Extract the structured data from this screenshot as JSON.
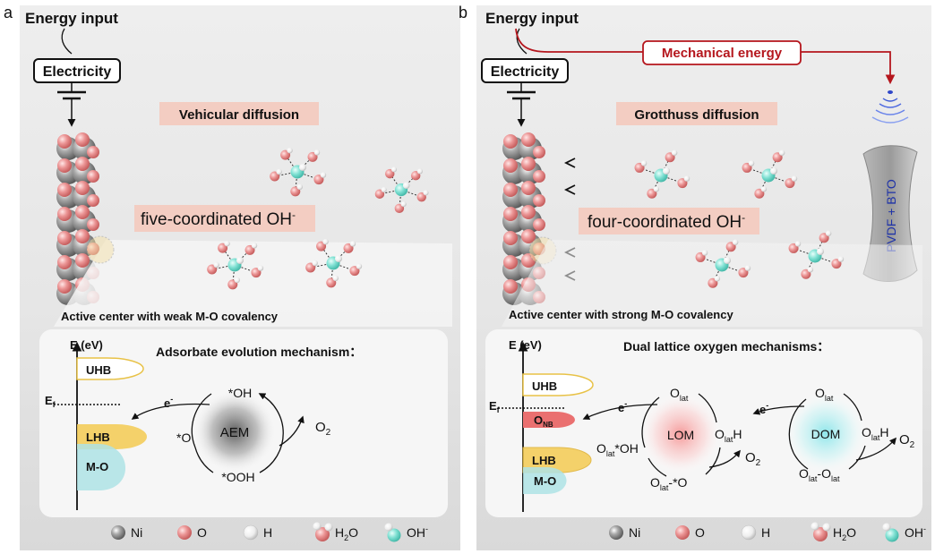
{
  "panel_a": {
    "letter": "a",
    "energy_input": "Energy input",
    "electricity": "Electricity",
    "diffusion_label": "Vehicular diffusion",
    "coordination_prefix": "five-coordinated OH",
    "coordination_sup": "-",
    "active_center": "Active center with weak M-O covalency",
    "axis_label": "E (eV)",
    "fermi": "E",
    "fermi_sub": "f",
    "bands": [
      "UHB",
      "LHB",
      "M-O"
    ],
    "mechanism_title": "Adsorbate evolution mechanism：",
    "cycle_center": "AEM",
    "cycle_species": [
      "*OH",
      "*O",
      "*OOH"
    ],
    "electron": "e",
    "electron_sup": "-",
    "product": "O",
    "product_sub": "2"
  },
  "panel_b": {
    "letter": "b",
    "energy_input": "Energy input",
    "electricity": "Electricity",
    "mechanical": "Mechanical energy",
    "diffusion_label": "Grotthuss diffusion",
    "coordination_prefix": "four-coordinated OH",
    "coordination_sup": "-",
    "piezo": "PVDF + BTO",
    "active_center": "Active center with strong M-O covalency",
    "axis_label": "E (eV)",
    "fermi": "E",
    "fermi_sub": "f",
    "bands": [
      "UHB",
      "LHB",
      "M-O"
    ],
    "onb": "O",
    "onb_sub": "NB",
    "mechanism_title": "Dual lattice oxygen mechanisms：",
    "lom": {
      "center": "LOM",
      "top": "O",
      "top_sub": "lat",
      "right": "O",
      "right_sub": "lat",
      "right_suffix": "H",
      "left": "O",
      "left_sub": "lat",
      "left_suffix": "*OH",
      "bottom": "O",
      "bottom_sub": "lat",
      "bottom_suffix": "-*O"
    },
    "dom": {
      "center": "DOM",
      "top": "O",
      "top_sub": "lat",
      "right": "O",
      "right_sub": "lat",
      "right_suffix": "H",
      "bottom_a": "O",
      "bottom_a_sub": "lat",
      "bottom_mid": "-O",
      "bottom_b_sub": "lat"
    },
    "electron": "e",
    "electron_sup": "-",
    "product": "O",
    "product_sub": "2"
  },
  "legend": {
    "items": [
      "Ni",
      "O",
      "H",
      "H",
      "OH"
    ],
    "h2o_sub": "2",
    "h2o_tail": "O",
    "oh_sup": "-"
  },
  "colors": {
    "ni": "#8c8c8c",
    "o": "#e8878a",
    "h": "#f2f2f2",
    "oh_center": "#6fd8c8",
    "mechanical": "#b5161d",
    "uhb": "#f5d66b",
    "lhb": "#f1c232",
    "mo": "#9fe0e0",
    "onb": "#e86a6a",
    "lom_glow": "#f7b3b3",
    "dom_glow": "#a9eef0",
    "aem_glow": "#6b6b6b"
  }
}
